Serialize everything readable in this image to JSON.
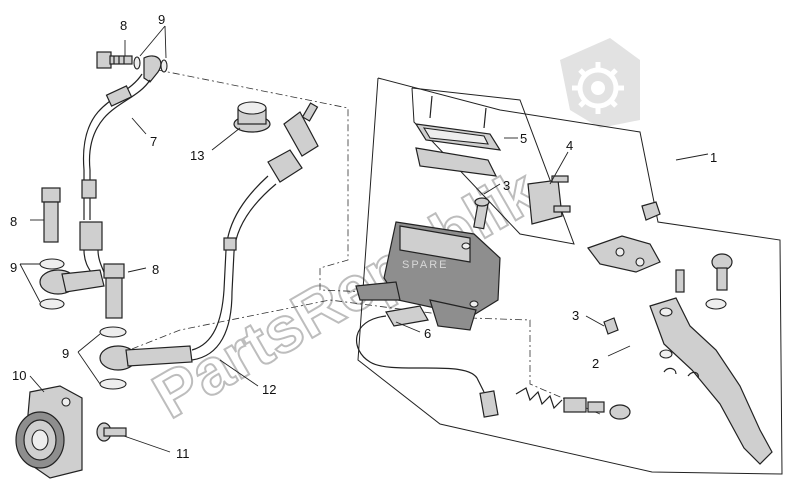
{
  "watermark": {
    "text": "PartsRepublik",
    "engraving": "SPARE"
  },
  "callouts": {
    "c1": "1",
    "c2": "2",
    "c3a": "3",
    "c3b": "3",
    "c4": "4",
    "c5": "5",
    "c6": "6",
    "c7": "7",
    "c8a": "8",
    "c8b": "8",
    "c8c": "8",
    "c9a": "9",
    "c9b": "9",
    "c9c": "9",
    "c10": "10",
    "c11": "11",
    "c12": "12",
    "c13": "13"
  }
}
